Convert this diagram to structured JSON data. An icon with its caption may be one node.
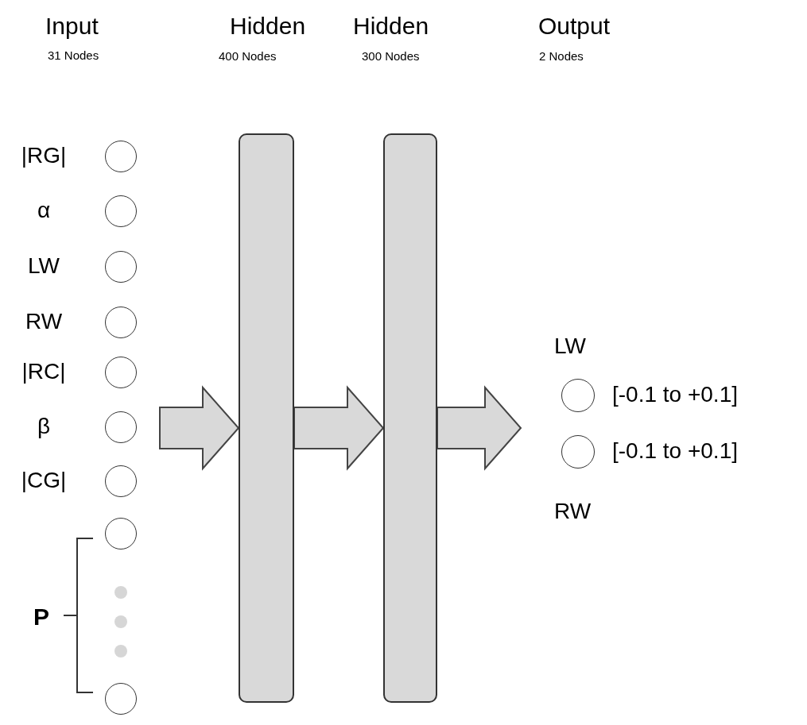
{
  "diagram": {
    "nodes": [
      {
        "text": [],
        "shape": "circle",
        "beside": [
          "|RG|"
        ]
      },
      {
        "text": [],
        "shape": "circle",
        "beside": [
          "α"
        ]
      },
      {
        "text": [],
        "shape": "circle",
        "beside": [
          "LW"
        ]
      },
      {
        "text": [],
        "shape": "circle",
        "beside": [
          "RW"
        ]
      },
      {
        "text": [],
        "shape": "circle",
        "beside": [
          "|RC|"
        ]
      },
      {
        "text": [],
        "shape": "circle",
        "beside": [
          "β"
        ]
      },
      {
        "text": [],
        "shape": "circle",
        "beside": [
          "|CG|"
        ]
      },
      {
        "text": [],
        "shape": "circle"
      },
      {
        "text": [],
        "shape": "circle"
      },
      {
        "text": [],
        "shape": "bar"
      },
      {
        "text": [],
        "shape": "bar"
      },
      {
        "text": [],
        "shape": "circle",
        "beside": [
          "[-0.1 to +0.1]"
        ]
      },
      {
        "text": [],
        "shape": "circle",
        "beside": [
          "[-0.1 to +0.1]"
        ]
      }
    ],
    "edges": [
      {
        "from": null,
        "to": 9,
        "arrow": "to",
        "style": "thick"
      },
      {
        "from": 9,
        "to": 10,
        "arrow": "to",
        "style": "thick"
      },
      {
        "from": 10,
        "to": null,
        "arrow": "to",
        "style": "thick"
      }
    ],
    "labels": [
      "Input",
      "31 Nodes",
      "Hidden",
      "400 Nodes",
      "Hidden",
      "300 Nodes",
      "Output",
      "2 Nodes",
      "P",
      "LW",
      "RW"
    ]
  }
}
